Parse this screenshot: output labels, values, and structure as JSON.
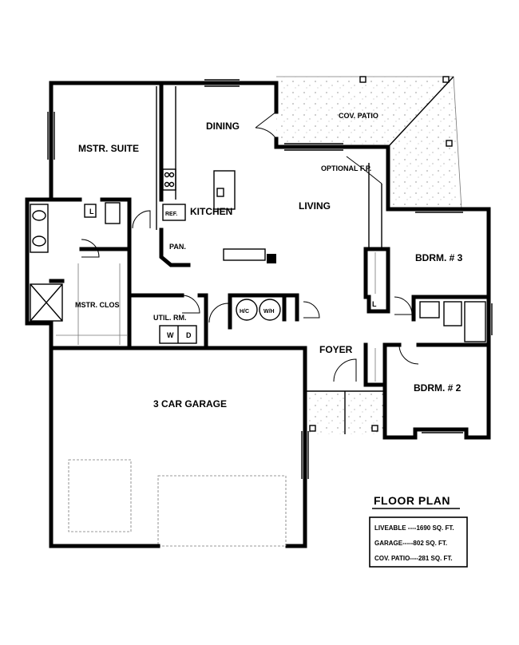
{
  "rooms": {
    "master_suite": "MSTR. SUITE",
    "dining": "DINING",
    "cov_patio": "COV. PATIO",
    "optional_fp": "OPTIONAL F.P.",
    "kitchen": "KITCHEN",
    "ref": "REF.",
    "living": "LIVING",
    "pan": "PAN.",
    "bdrm3": "BDRM. # 3",
    "mstr_clos": "MSTR. CLOS",
    "util_rm": "UTIL. RM.",
    "hc": "H/C",
    "wh": "W/H",
    "washer": "W",
    "dryer": "D",
    "foyer": "FOYER",
    "bdrm2": "BDRM. # 2",
    "garage": "3 CAR GARAGE",
    "l_upper": "L",
    "l_lower": "L"
  },
  "legend": {
    "title": "FLOOR PLAN",
    "liveable": "LIVEABLE ----1690 SQ. FT.",
    "garage": "GARAGE-----802 SQ. FT.",
    "patio": "COV. PATIO----281 SQ. FT."
  }
}
